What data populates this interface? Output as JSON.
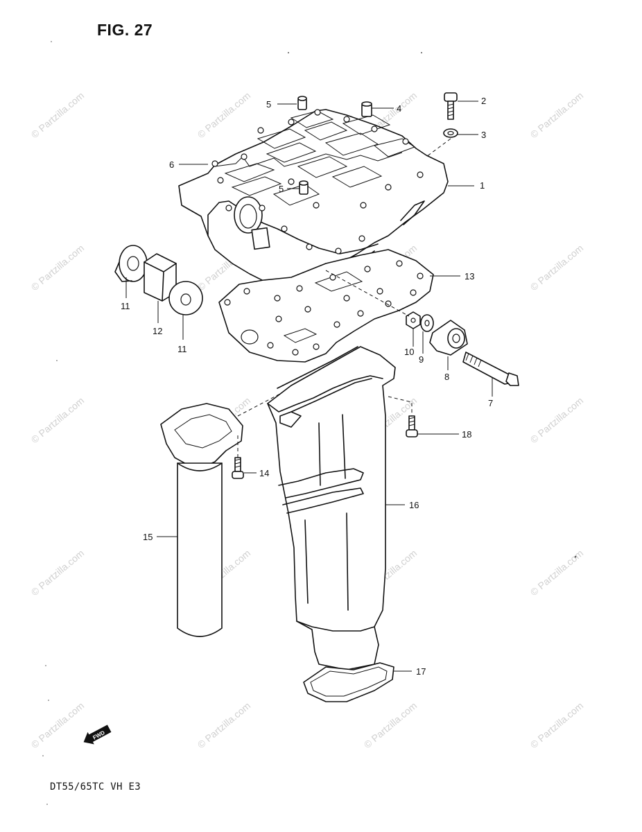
{
  "figure": {
    "title": "FIG. 27",
    "model_code": "DT55/65TC VH E3",
    "fwd_arrow_label": "FWD",
    "watermark": "© Partzilla.com"
  },
  "callouts": [
    {
      "id": "c1",
      "label": "1"
    },
    {
      "id": "c2",
      "label": "2"
    },
    {
      "id": "c3",
      "label": "3"
    },
    {
      "id": "c4",
      "label": "4"
    },
    {
      "id": "c5a",
      "label": "5"
    },
    {
      "id": "c5b",
      "label": "5"
    },
    {
      "id": "c6",
      "label": "6"
    },
    {
      "id": "c7",
      "label": "7"
    },
    {
      "id": "c8",
      "label": "8"
    },
    {
      "id": "c9",
      "label": "9"
    },
    {
      "id": "c10",
      "label": "10"
    },
    {
      "id": "c11a",
      "label": "11"
    },
    {
      "id": "c11b",
      "label": "11"
    },
    {
      "id": "c12",
      "label": "12"
    },
    {
      "id": "c13",
      "label": "13"
    },
    {
      "id": "c14",
      "label": "14"
    },
    {
      "id": "c15",
      "label": "15"
    },
    {
      "id": "c16",
      "label": "16"
    },
    {
      "id": "c17",
      "label": "17"
    },
    {
      "id": "c18",
      "label": "18"
    }
  ],
  "colors": {
    "line": "#111111",
    "background": "#ffffff",
    "watermark": "#d0d0d0"
  }
}
